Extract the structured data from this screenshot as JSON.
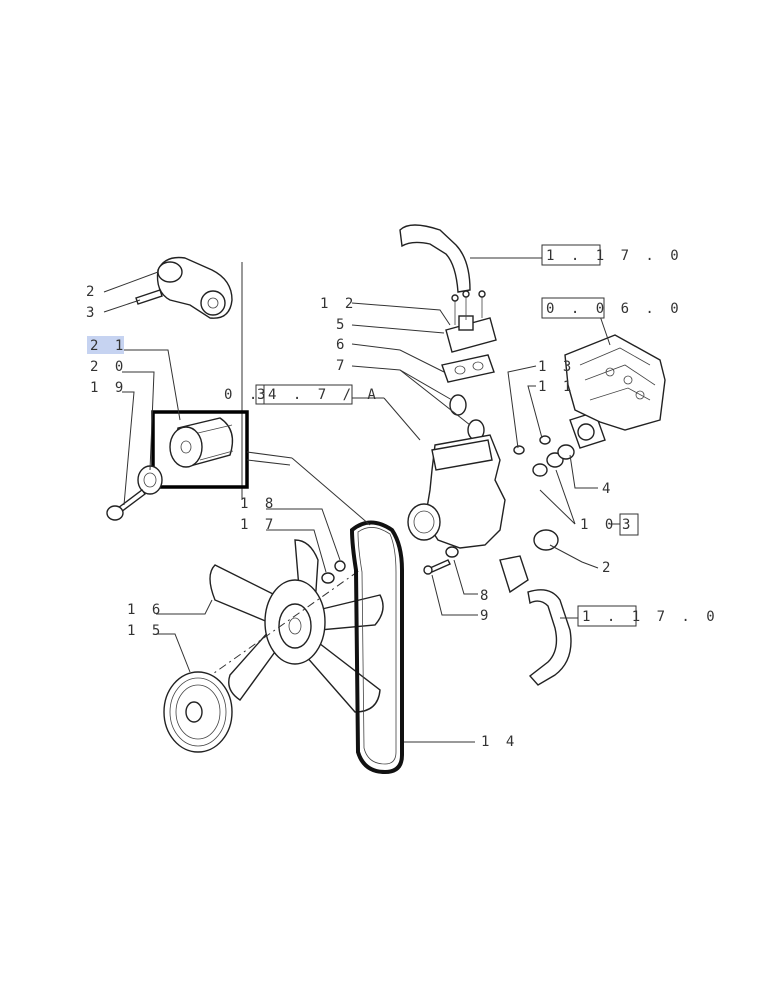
{
  "callouts": {
    "c2a": "2",
    "c3": "3",
    "c21": "2 1",
    "c20": "2 0",
    "c19": "1 9",
    "c18": "1 8",
    "c17": "1 7",
    "c16": "1 6",
    "c15": "1 5",
    "c14": "1 4",
    "c12": "1 2",
    "c5": "5",
    "c6": "6",
    "c7": "7",
    "c13": "1 3",
    "c11": "1 1",
    "c4": "4",
    "c10": "1 0",
    "c2b": "2",
    "c8": "8",
    "c9": "9"
  },
  "references": {
    "ref_1170_top": "1 . 1 7 . 0",
    "ref_0060": "0 . 0 6 . 0",
    "ref_1170_bottom": "1 . 1 7 . 0",
    "ref_ref3": "3",
    "ref_0347a_prefix": "0 . 3",
    "ref_0347a_box3": "3",
    "ref_0347a_box": "4 . 7 / A"
  },
  "colors": {
    "highlight": "#c6d3f1",
    "selection_box": "#000000",
    "line": "#333333"
  }
}
